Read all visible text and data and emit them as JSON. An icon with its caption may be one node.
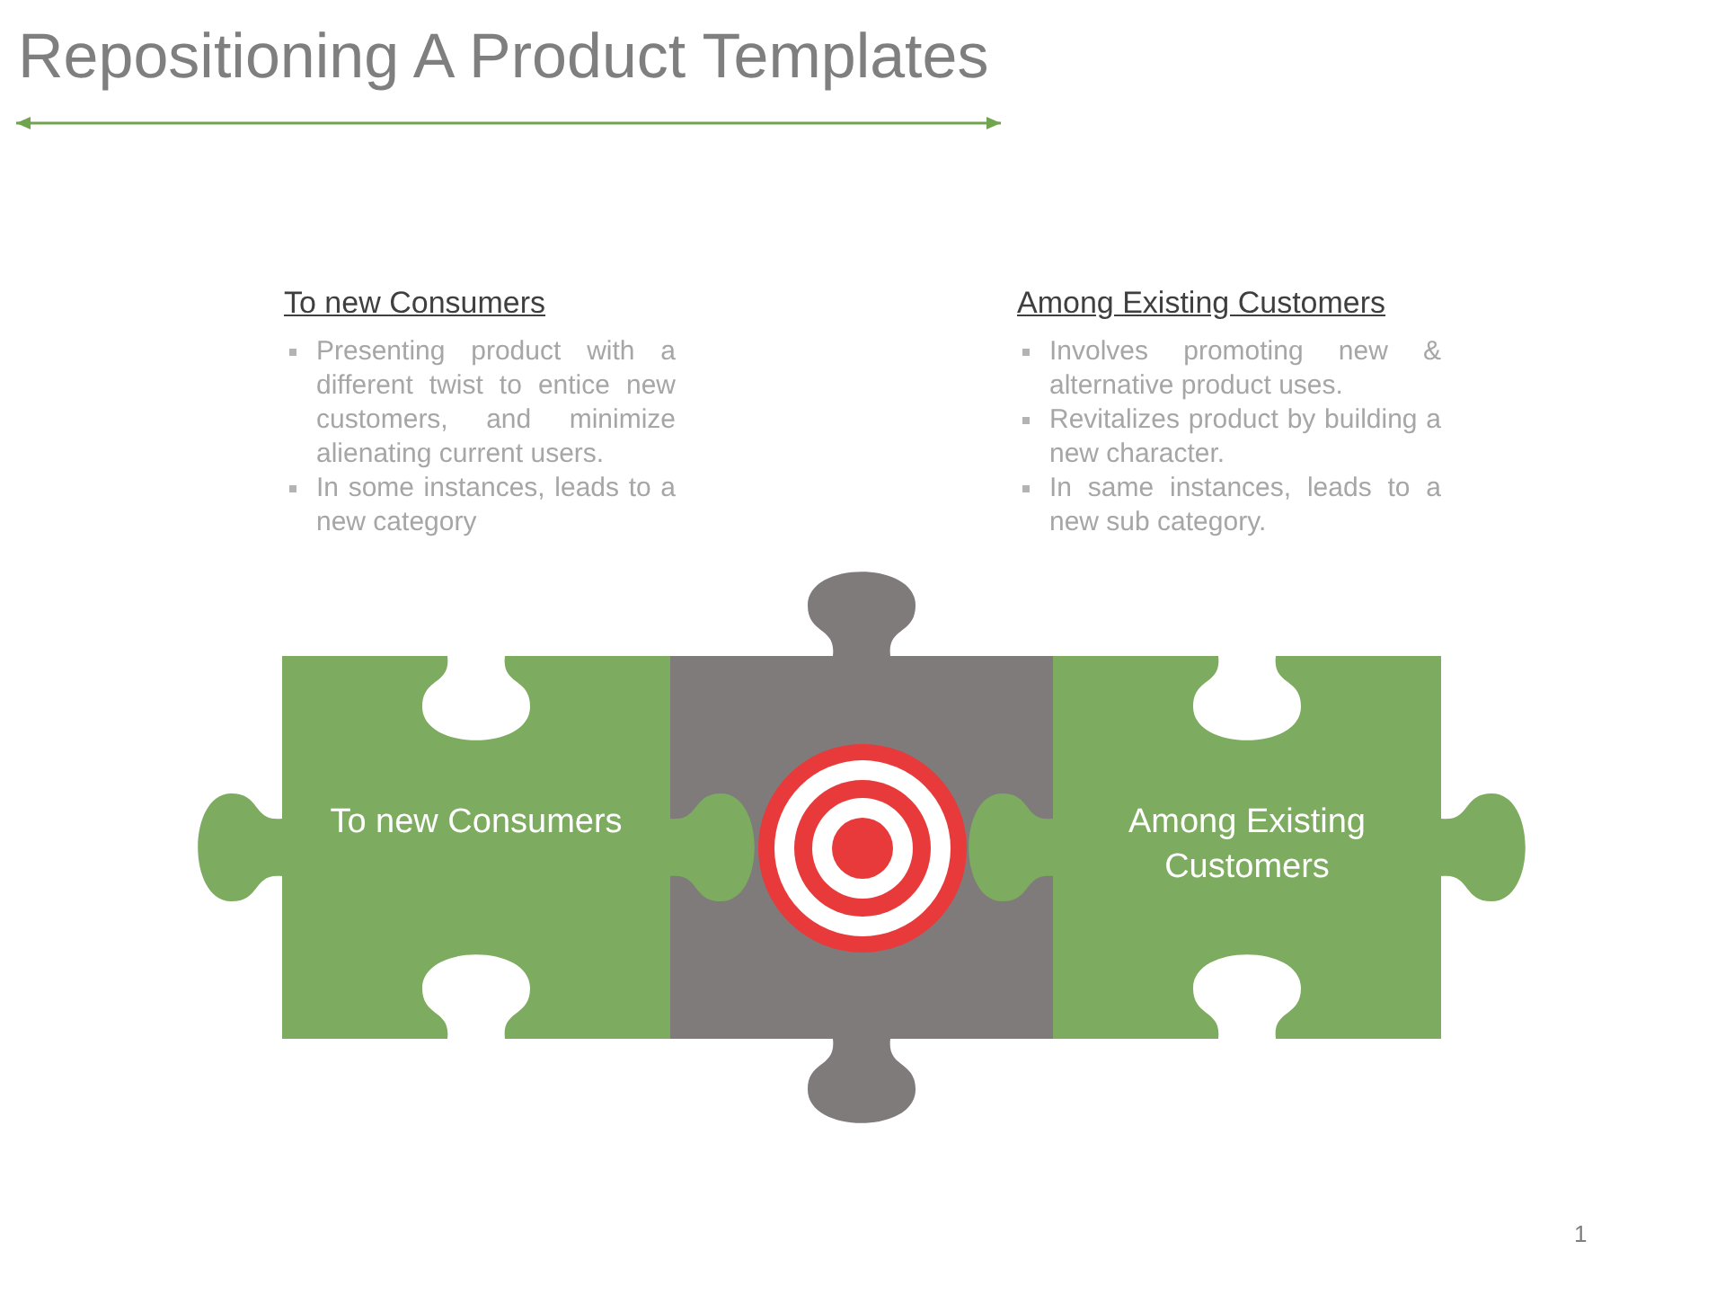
{
  "diagram": {
    "title": "Repositioning A Product Templates",
    "nodes": [
      {
        "text": [
          "To new Consumers"
        ]
      },
      {
        "text": [],
        "shape": "puzzle"
      },
      {
        "text": [
          "Among Existing Customers"
        ]
      }
    ],
    "labels": [
      "To new Consumers",
      "Presenting product with a different twist to entice new customers, and minimize alienating current users.",
      "In some instances, leads to a new category",
      "Among Existing Customers",
      "Involves promoting new & alternative product uses.",
      "Revitalizes product by building a new character.",
      "In same instances, leads to a new sub category.",
      "1"
    ]
  }
}
